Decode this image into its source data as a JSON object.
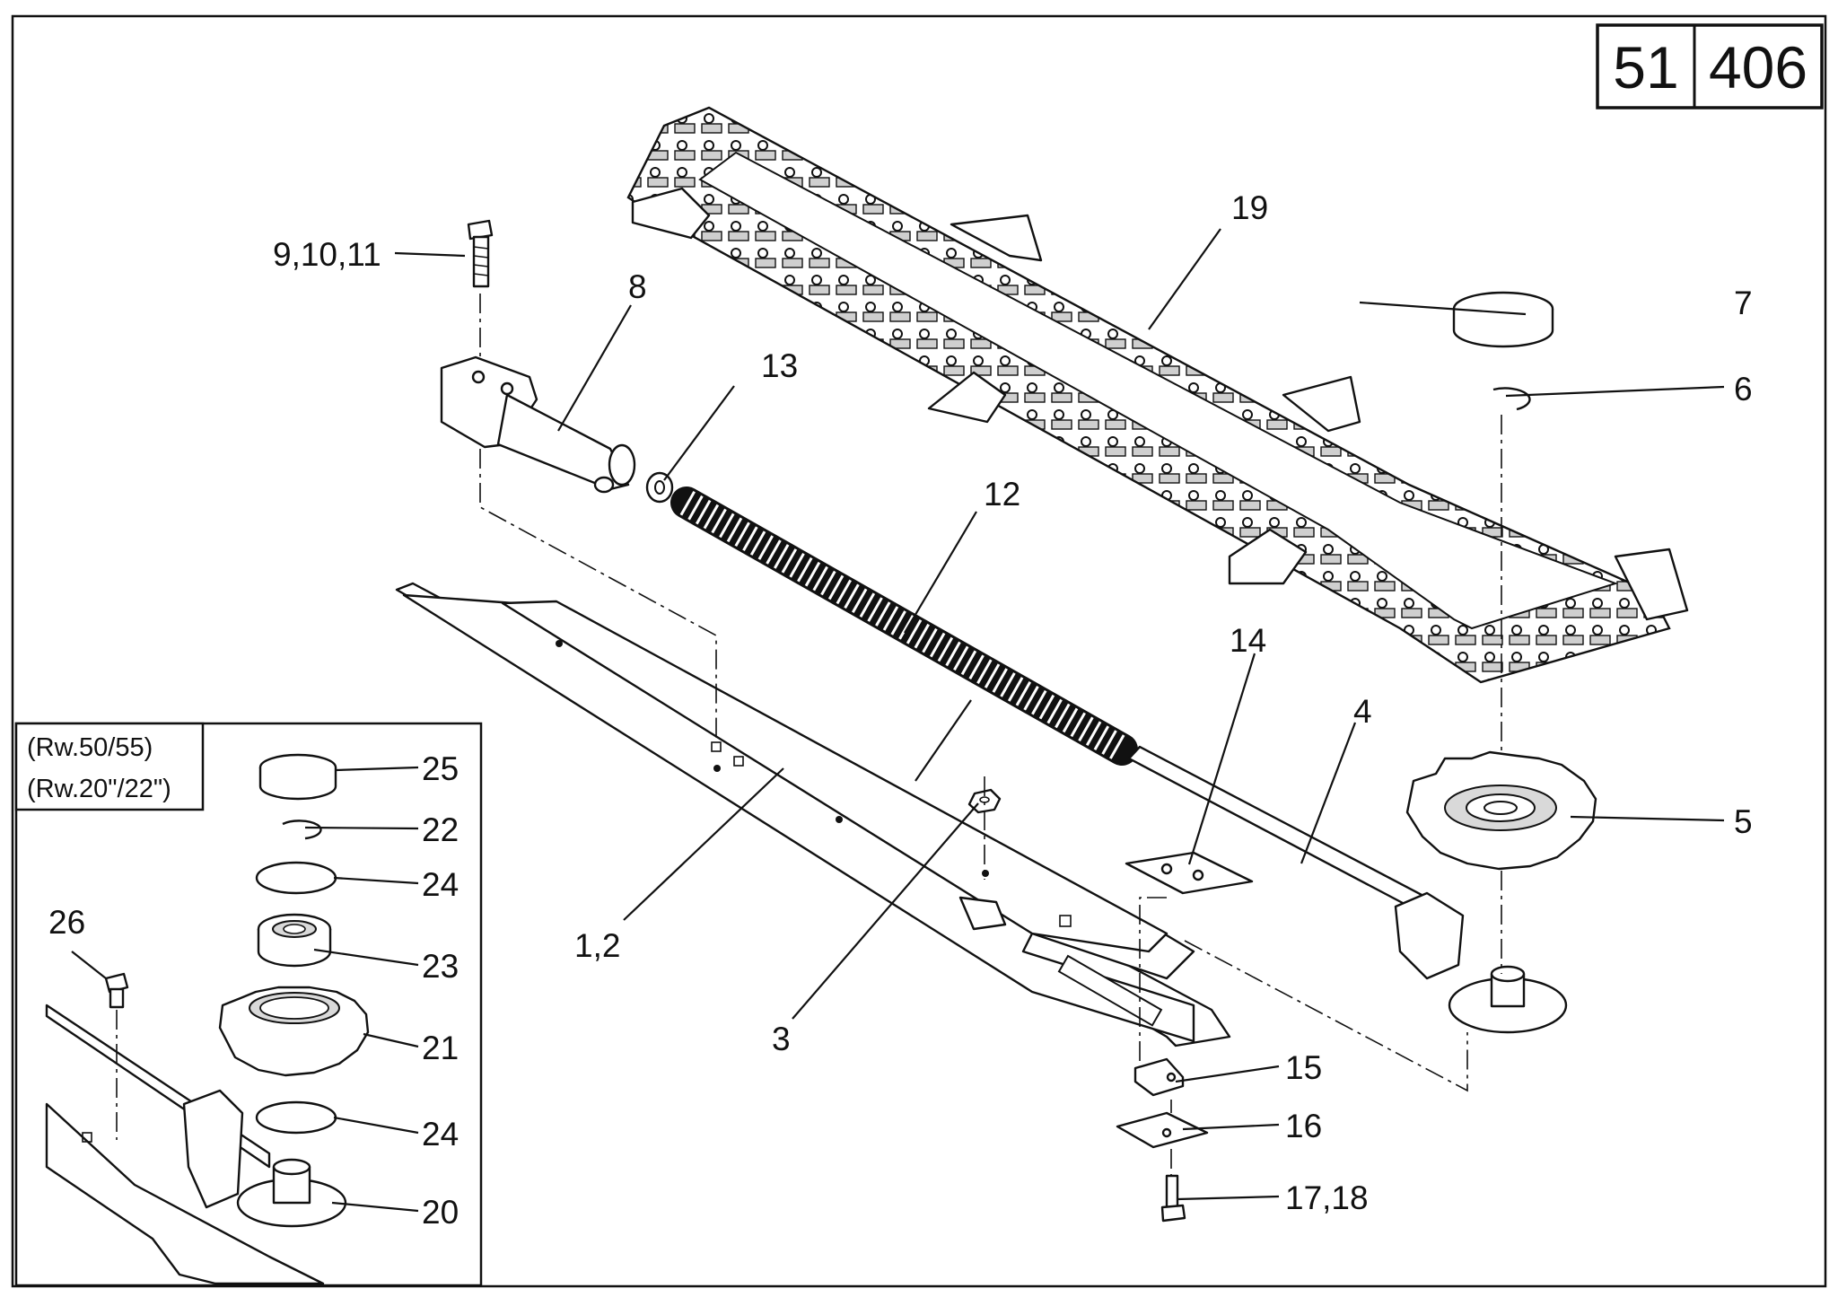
{
  "page_code": {
    "group": "51",
    "page": "406"
  },
  "inset_notes": [
    "(Rw.50/55)",
    "(Rw.20\"/22\")"
  ],
  "callouts": {
    "c1_2": "1,2",
    "c3": "3",
    "c4": "4",
    "c5": "5",
    "c6": "6",
    "c7": "7",
    "c8": "8",
    "c9_10_11": "9,10,11",
    "c12": "12",
    "c13": "13",
    "c14": "14",
    "c15": "15",
    "c16": "16",
    "c17_18": "17,18",
    "c19": "19",
    "c20": "20",
    "c21": "21",
    "c22": "22",
    "c23": "23",
    "c24a": "24",
    "c24b": "24",
    "c25": "25",
    "c26": "26"
  }
}
